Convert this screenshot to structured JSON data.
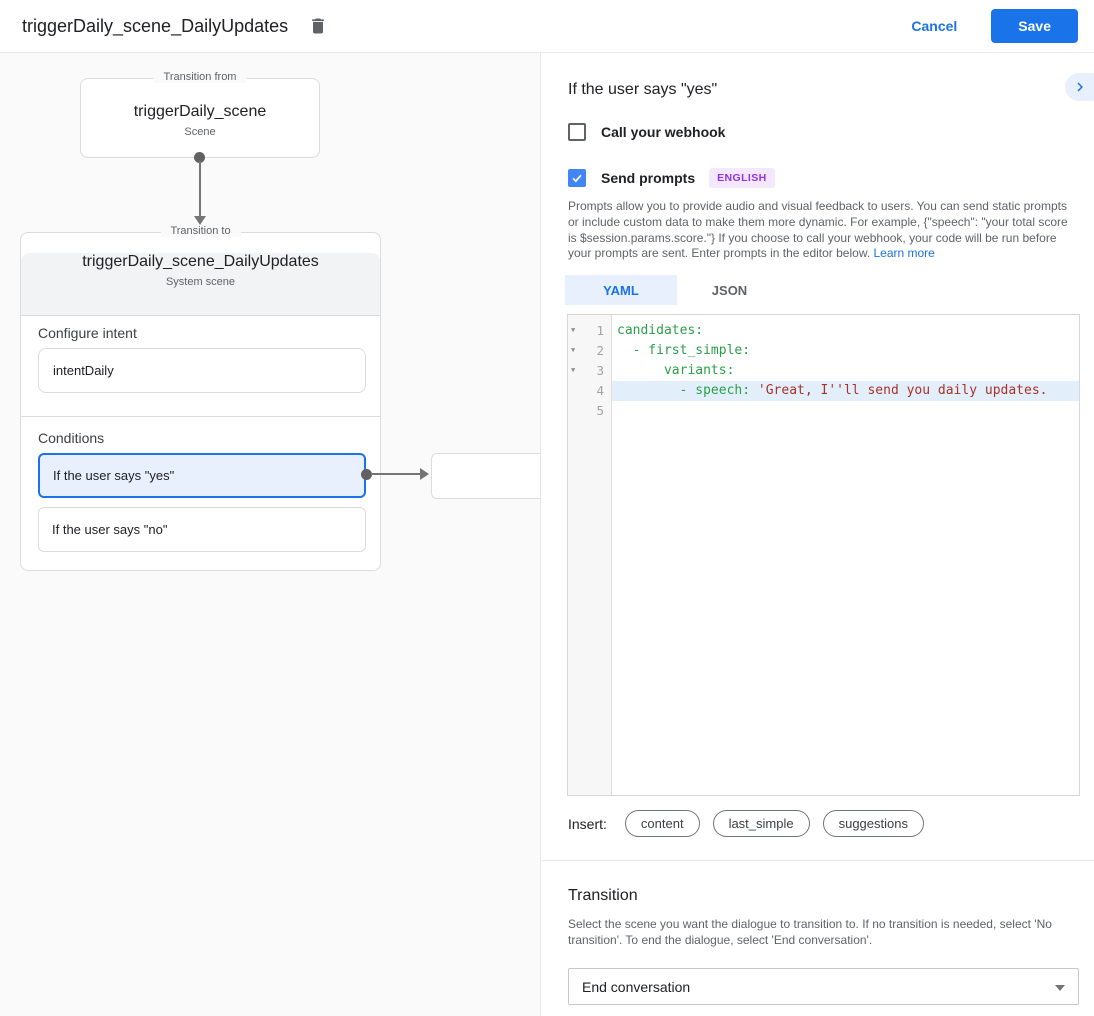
{
  "header": {
    "title": "triggerDaily_scene_DailyUpdates",
    "cancel_label": "Cancel",
    "save_label": "Save"
  },
  "canvas": {
    "from_node": {
      "legend": "Transition from",
      "title": "triggerDaily_scene",
      "subtitle": "Scene"
    },
    "to_node": {
      "legend": "Transition to",
      "title": "triggerDaily_scene_DailyUpdates",
      "subtitle": "System scene",
      "intent_section_label": "Configure intent",
      "intent_value": "intentDaily",
      "conditions_label": "Conditions",
      "conditions": [
        {
          "label": "If the user says \"yes\"",
          "selected": true
        },
        {
          "label": "If the user says \"no\"",
          "selected": false
        }
      ]
    }
  },
  "panel": {
    "title": "If the user says \"yes\"",
    "webhook": {
      "label": "Call your webhook",
      "checked": false
    },
    "prompts": {
      "label": "Send prompts",
      "checked": true,
      "language_badge": "ENGLISH"
    },
    "description": "Prompts allow you to provide audio and visual feedback to users. You can send static prompts or include custom data to make them more dynamic. For example, {\"speech\": \"your total score is $session.params.score.\"} If you choose to call your webhook, your code will be run before your prompts are sent. Enter prompts in the editor below. ",
    "learn_more": "Learn more",
    "tabs": [
      {
        "label": "YAML",
        "active": true
      },
      {
        "label": "JSON",
        "active": false
      }
    ],
    "editor": {
      "lines": [
        {
          "number": 1,
          "fold": "▼",
          "key": "candidates:"
        },
        {
          "number": 2,
          "fold": "▼",
          "key": "  - first_simple:"
        },
        {
          "number": 3,
          "fold": "▼",
          "key": "      variants:"
        },
        {
          "number": 4,
          "key": "        - speech: ",
          "string": "'Great, I''ll send you daily updates.",
          "highlighted": true
        },
        {
          "number": 5
        }
      ]
    },
    "insert_label": "Insert:",
    "insert_chips": [
      "content",
      "last_simple",
      "suggestions"
    ],
    "transition": {
      "title": "Transition",
      "description": "Select the scene you want the dialogue to transition to. If no transition is needed, select 'No transition'. To end the dialogue, select 'End conversation'.",
      "selected_value": "End conversation"
    }
  },
  "colors": {
    "accent_blue": "#1a73e8",
    "selected_fill": "#e8f0fe",
    "checkbox_blue": "#4285f4",
    "badge_text_purple": "#9334e6",
    "badge_bg_purple": "#f3e8fd",
    "code_key_green": "#2aa048",
    "code_string_red": "#a93226",
    "line_highlight": "#e3eefb",
    "node_header_gray": "#f1f3f4",
    "canvas_bg": "#fafafa"
  }
}
